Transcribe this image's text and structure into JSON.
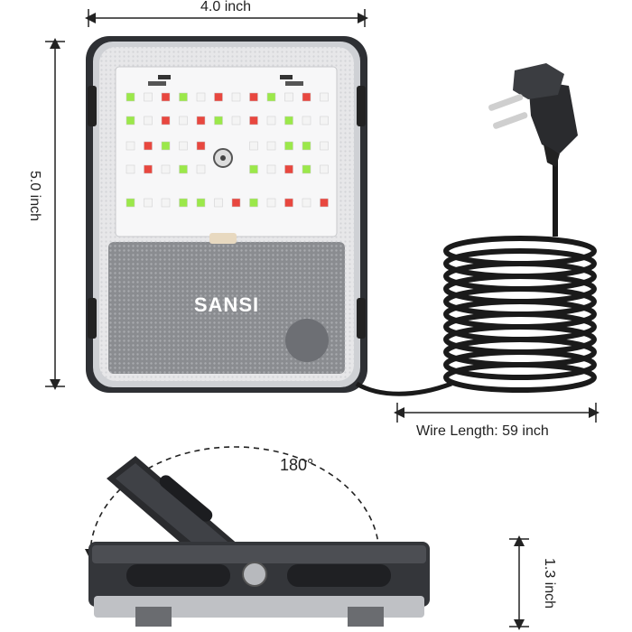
{
  "dimensions": {
    "width_label": "4.0 inch",
    "height_label": "5.0 inch",
    "depth_label": "1.3 inch",
    "wire_label": "Wire Length: 59 inch",
    "angle_label": "180°"
  },
  "product": {
    "brand": "SANSI"
  },
  "colors": {
    "led_red": "#e8473f",
    "led_green": "#9be84a",
    "led_white": "#f4f4f4",
    "housing": "#3a3c40",
    "cable": "#1a1a1a"
  }
}
